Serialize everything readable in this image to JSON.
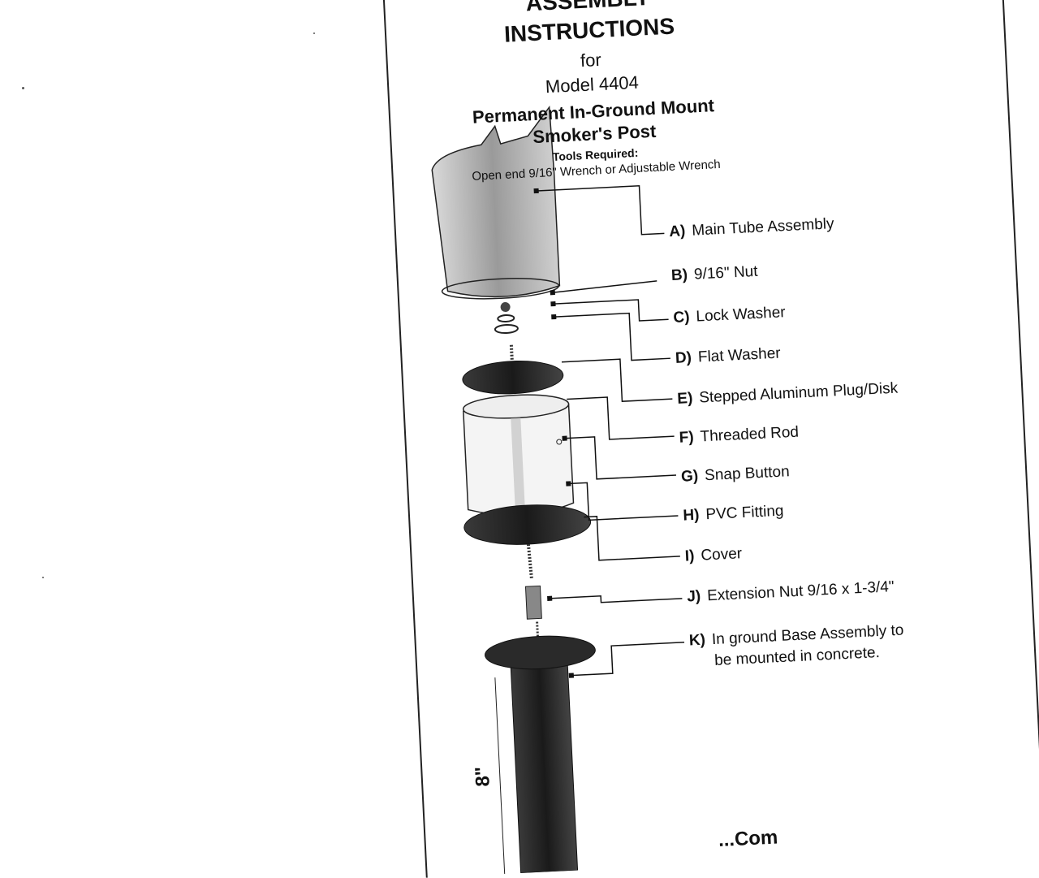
{
  "header": {
    "line1": "ASSEMBLY",
    "line2": "INSTRUCTIONS",
    "line3": "for",
    "line4": "Model 4404",
    "line5": "Permanent In-Ground Mount",
    "line6": "Smoker's Post",
    "tools_heading": "Tools Required:",
    "tools_text": "Open end 9/16\" Wrench or Adjustable Wrench"
  },
  "parts": [
    {
      "letter": "A)",
      "name": "Main Tube Assembly"
    },
    {
      "letter": "B)",
      "name": "9/16\" Nut"
    },
    {
      "letter": "C)",
      "name": "Lock Washer"
    },
    {
      "letter": "D)",
      "name": "Flat Washer"
    },
    {
      "letter": "E)",
      "name": "Stepped Aluminum Plug/Disk"
    },
    {
      "letter": "F)",
      "name": "Threaded Rod"
    },
    {
      "letter": "G)",
      "name": "Snap Button"
    },
    {
      "letter": "H)",
      "name": "PVC Fitting"
    },
    {
      "letter": "I)",
      "name": "Cover"
    },
    {
      "letter": "J)",
      "name": "Extension Nut 9/16 x 1-3/4\""
    },
    {
      "letter": "K)",
      "name": "In ground Base Assembly to",
      "name2": "be mounted in concrete."
    }
  ],
  "dimension_label": "8\"",
  "footer_text": "...Com",
  "colors": {
    "ink": "#111111",
    "paper": "#ffffff",
    "shade": "#8a8a8a"
  }
}
